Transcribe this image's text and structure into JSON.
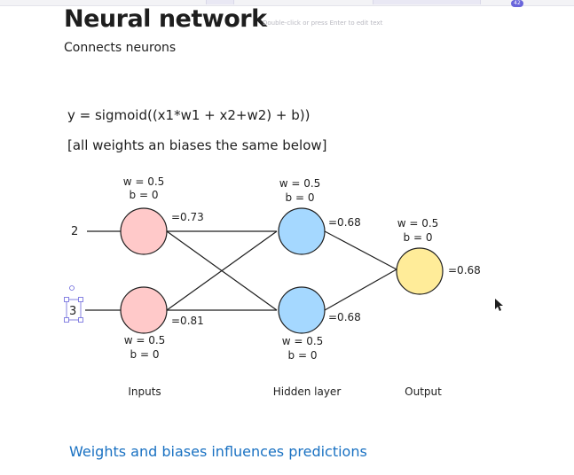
{
  "header": {
    "title": "Neural network",
    "edit_hint": "Double-click or press Enter to edit text",
    "badge": "42",
    "subtitle": "Connects neurons"
  },
  "formula": "y = sigmoid((x1*w1 + x2+w2) + b))",
  "note": "[all weights an biases the same below]",
  "inputs": {
    "x1": "2",
    "x2": "3"
  },
  "neurons": {
    "input_top": {
      "weight": "w = 0.5",
      "bias": "b = 0",
      "output": "=0.73",
      "color": "#ffc9c9"
    },
    "input_bottom": {
      "weight": "w = 0.5",
      "bias": "b = 0",
      "output": "=0.81",
      "color": "#ffc9c9"
    },
    "hidden_top": {
      "weight": "w = 0.5",
      "bias": "b = 0",
      "output": "=0.68",
      "color": "#a5d8ff"
    },
    "hidden_bottom": {
      "weight": "w = 0.5",
      "bias": "b = 0",
      "output": "=0.68",
      "color": "#a5d8ff"
    },
    "output": {
      "weight": "w = 0.5",
      "bias": "b = 0",
      "output": "=0.68",
      "color": "#ffec99"
    }
  },
  "layers": {
    "inputs": "Inputs",
    "hidden": "Hidden layer",
    "output": "Output"
  },
  "footer": "Weights and biases influences predictions",
  "colors": {
    "footer_text": "#1971c2",
    "stroke": "#1e1e1e",
    "selection": "#6965db"
  }
}
